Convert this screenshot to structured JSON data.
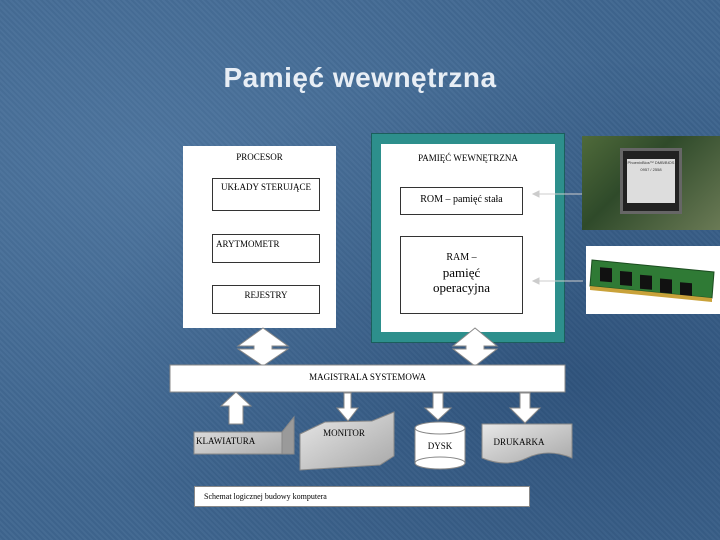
{
  "title": "Pamięć wewnętrzna",
  "diagram": {
    "procesor": "PROCESOR",
    "uklady": "UKŁADY STERUJĄCE",
    "arytmometr": "ARYTMOMETR",
    "rejestry": "REJESTRY",
    "pamiec_wewnetrzna": "PAMIĘĆ WEWNĘTRZNA",
    "rom": "ROM – pamięć stała",
    "ram_prefix": "RAM –",
    "ram_main": "pamięć operacyjna",
    "magistrala": "MAGISTRALA SYSTEMOWA",
    "klawiatura": "KLAWIATURA",
    "monitor": "MONITOR",
    "dysk": "DYSK",
    "drukarka": "DRUKARKA",
    "caption": "Schemat logicznej budowy komputera"
  },
  "photos": {
    "chip_text": "PhoenixBios™ DMB/BIOS 0957 / 2558"
  },
  "colors": {
    "background": "#3f6690",
    "title": "#e8eef5",
    "memory_highlight": "#2d8f8c"
  }
}
